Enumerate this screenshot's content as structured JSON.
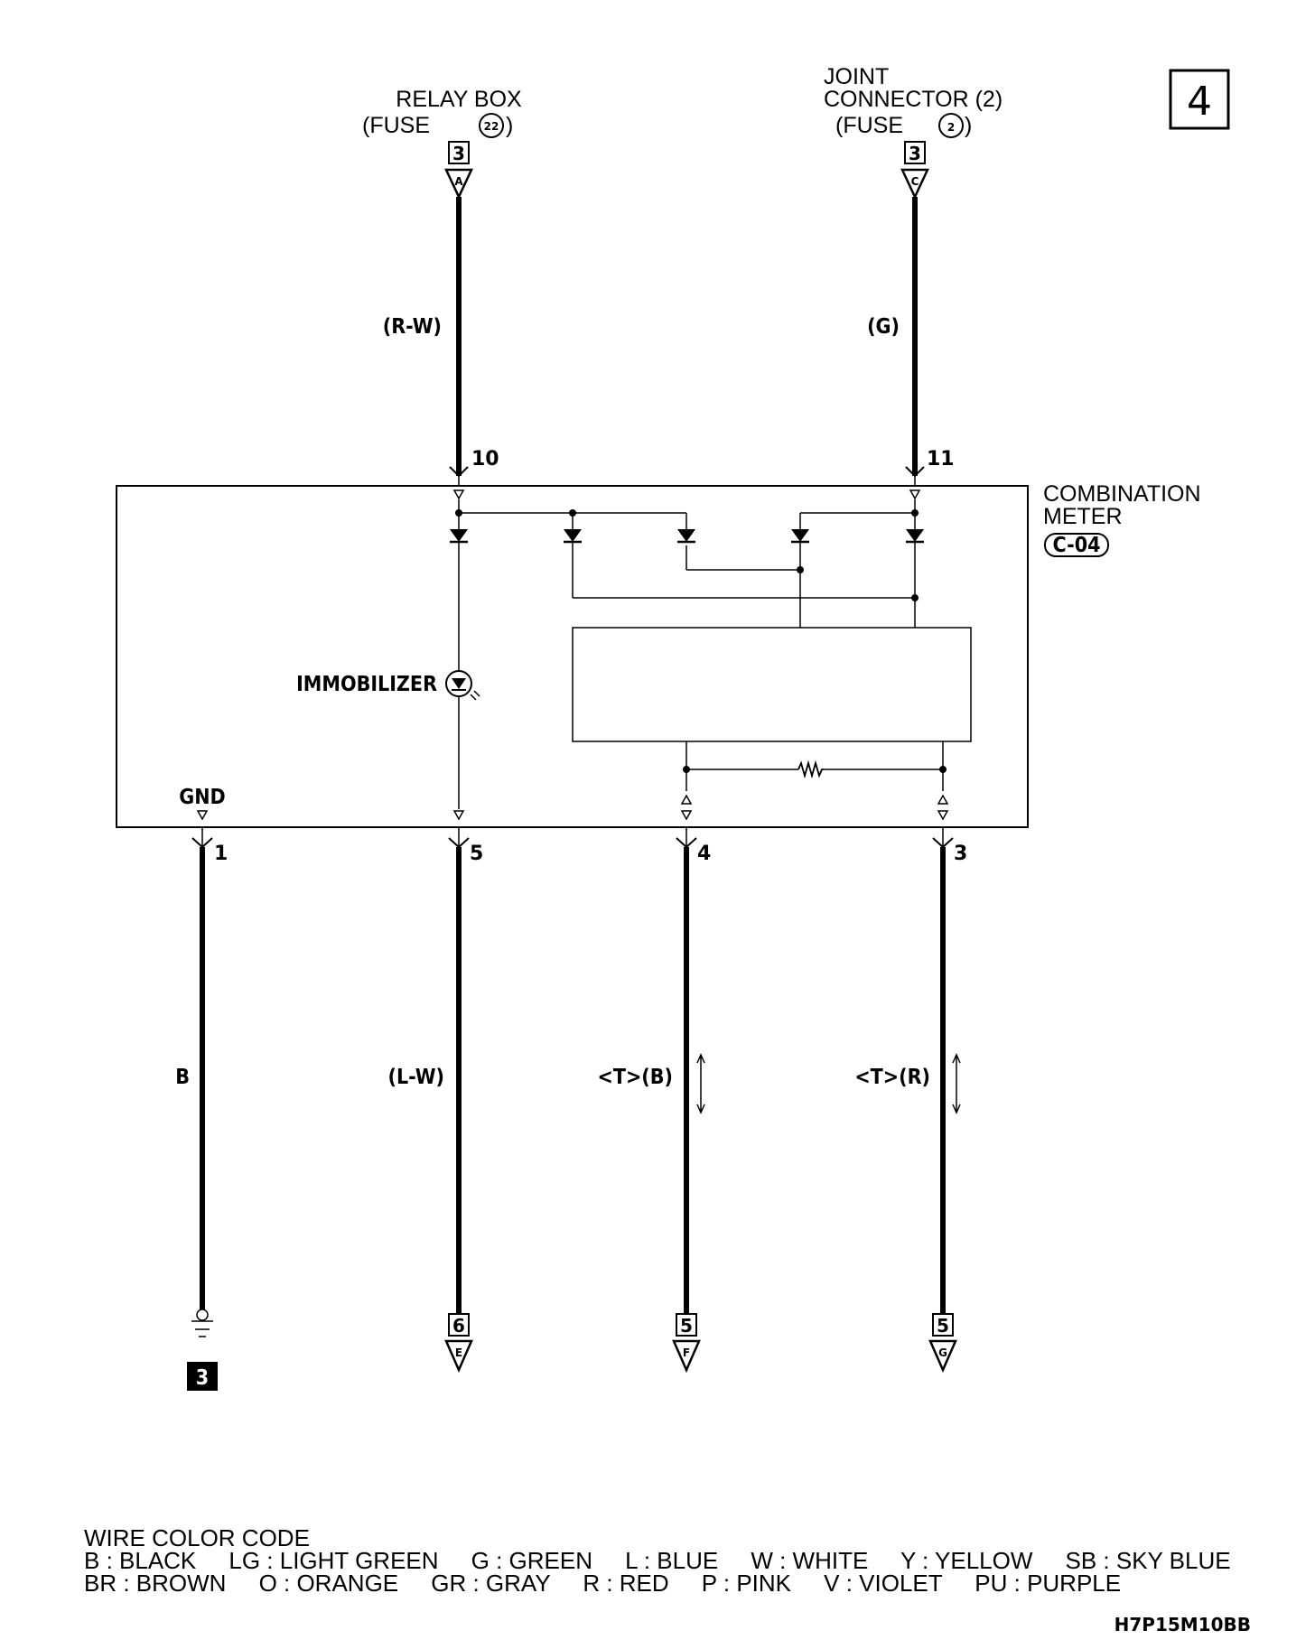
{
  "page_number": "4",
  "relay_box": {
    "title": "RELAY BOX",
    "fuse_prefix": "(FUSE",
    "fuse_number": "22",
    "fuse_suffix": ")",
    "page_ref": "3",
    "connector_letter": "A",
    "wire_color": "(R-W)",
    "pin": "10"
  },
  "joint_connector": {
    "title_line1": "JOINT",
    "title_line2": "CONNECTOR (2)",
    "fuse_prefix": "(FUSE",
    "fuse_number": "2",
    "fuse_suffix": ")",
    "page_ref": "3",
    "connector_letter": "C",
    "wire_color": "(G)",
    "pin": "11"
  },
  "combination_meter": {
    "label_line1": "COMBINATION",
    "label_line2": "METER",
    "connector": "C-04",
    "indicator_label": "IMMOBILIZER",
    "gnd_label": "GND"
  },
  "bottom_wires": [
    {
      "pin": "1",
      "wire_color": "B",
      "terminal": "ground",
      "page_ref": "3"
    },
    {
      "pin": "5",
      "wire_color": "(L-W)",
      "page_ref": "6",
      "connector_letter": "E"
    },
    {
      "pin": "4",
      "wire_color": "<T>(B)",
      "page_ref": "5",
      "connector_letter": "F"
    },
    {
      "pin": "3",
      "wire_color": "<T>(R)",
      "page_ref": "5",
      "connector_letter": "G"
    }
  ],
  "wire_color_code": {
    "title": "WIRE COLOR CODE",
    "row1": "B : BLACK     LG : LIGHT GREEN     G : GREEN     L : BLUE     W : WHITE     Y : YELLOW     SB : SKY BLUE",
    "row2": "BR : BROWN     O : ORANGE     GR : GRAY     R : RED     P : PINK     V : VIOLET     PU : PURPLE"
  },
  "diagram_code": "H7P15M10BB",
  "icons": [
    "diode-icon",
    "lamp-icon",
    "resistor-icon",
    "ground-icon",
    "connector-arrow-icon",
    "bidirectional-arrow-icon"
  ]
}
